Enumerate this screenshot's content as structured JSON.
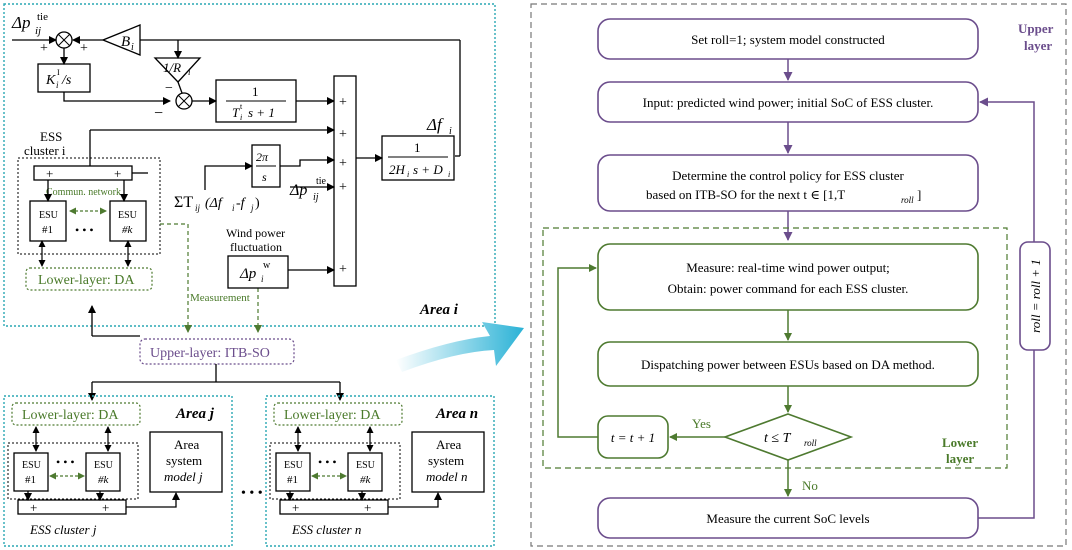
{
  "area_i": {
    "tie_input": "Δp",
    "tie_sub": "ij",
    "tie_sup": "tie",
    "b_gain": "B",
    "b_sub": "i",
    "r_gain": "1/R",
    "r_sub": "i",
    "k_integrator": "K",
    "k_sub": "i",
    "k_sup": "I",
    "k_tail": "/s",
    "turbine_num": "1",
    "turbine_den_a": "T",
    "turbine_den_sub": "i",
    "turbine_den_sup": "t",
    "turbine_den_b": "s + 1",
    "gen_num": "1",
    "gen_den": "2H",
    "gen_den_b": "s + D",
    "gen_sub": "i",
    "delta_f": "Δf",
    "delta_f_sub": "i",
    "two_pi": "2π",
    "s_den": "s",
    "sum_t": "ΣT",
    "sum_t_expr": "(Δf",
    "sum_t_expr2": "-f",
    "sum_t_expr3": ")",
    "sum_sub_ij": "ij",
    "sum_sub_i": "i",
    "sum_sub_j": "j",
    "delta_ptie": "Δp",
    "delta_ptie_sub": "ij",
    "delta_ptie_sup": "tie",
    "ess_cluster": "ESS",
    "ess_cluster2": "cluster i",
    "commun": "Commun. network",
    "esu1_a": "ESU",
    "esu1_b": "#1",
    "esuk_a": "ESU",
    "esuk_b": "#k",
    "dots": "• • •",
    "lower_da": "Lower-layer: DA",
    "wind_label1": "Wind power",
    "wind_label2": "fluctuation",
    "wind_box": "Δp",
    "wind_sub": "i",
    "wind_sup": "w",
    "measurement": "Measurement",
    "area_label": "Area i",
    "plus": "+",
    "minus": "−"
  },
  "upper_layer_box": "Upper-layer: ITB-SO",
  "area_j": {
    "lower_da": "Lower-layer: DA",
    "area_label": "Area j",
    "esu1_a": "ESU",
    "esu1_b": "#1",
    "esuk_a": "ESU",
    "esuk_b": "#k",
    "dots": "• • •",
    "model1": "Area",
    "model2": "system",
    "model3": "model j",
    "cluster": "ESS cluster j"
  },
  "area_n": {
    "lower_da": "Lower-layer: DA",
    "area_label": "Area n",
    "esu1_a": "ESU",
    "esu1_b": "#1",
    "esuk_a": "ESU",
    "esuk_b": "#k",
    "dots": "• • •",
    "model1": "Area",
    "model2": "system",
    "model3": "model n",
    "cluster": "ESS cluster n"
  },
  "between_dots": "• • •",
  "flow": {
    "upper_layer1": "Upper",
    "upper_layer2": "layer",
    "lower_layer1": "Lower",
    "lower_layer2": "layer",
    "step1": "Set roll=1; system model constructed",
    "step2": "Input: predicted wind power; initial SoC of ESS cluster.",
    "step3a": "Determine the control policy for ESS cluster",
    "step3b": "based on ITB-SO for the next t ∈ [1,T",
    "step3b_sub": "roll",
    "step3b_end": "]",
    "step4a": "Measure: real-time wind power output;",
    "step4b": "Obtain: power command for each ESS cluster.",
    "step5": "Dispatching power between ESUs based on DA method.",
    "decision": "t ≤ T",
    "decision_sub": "roll",
    "yes": "Yes",
    "no": "No",
    "incr": "t = t + 1",
    "step6": "Measure the current SoC levels",
    "roll_incr": "roll = roll + 1"
  }
}
